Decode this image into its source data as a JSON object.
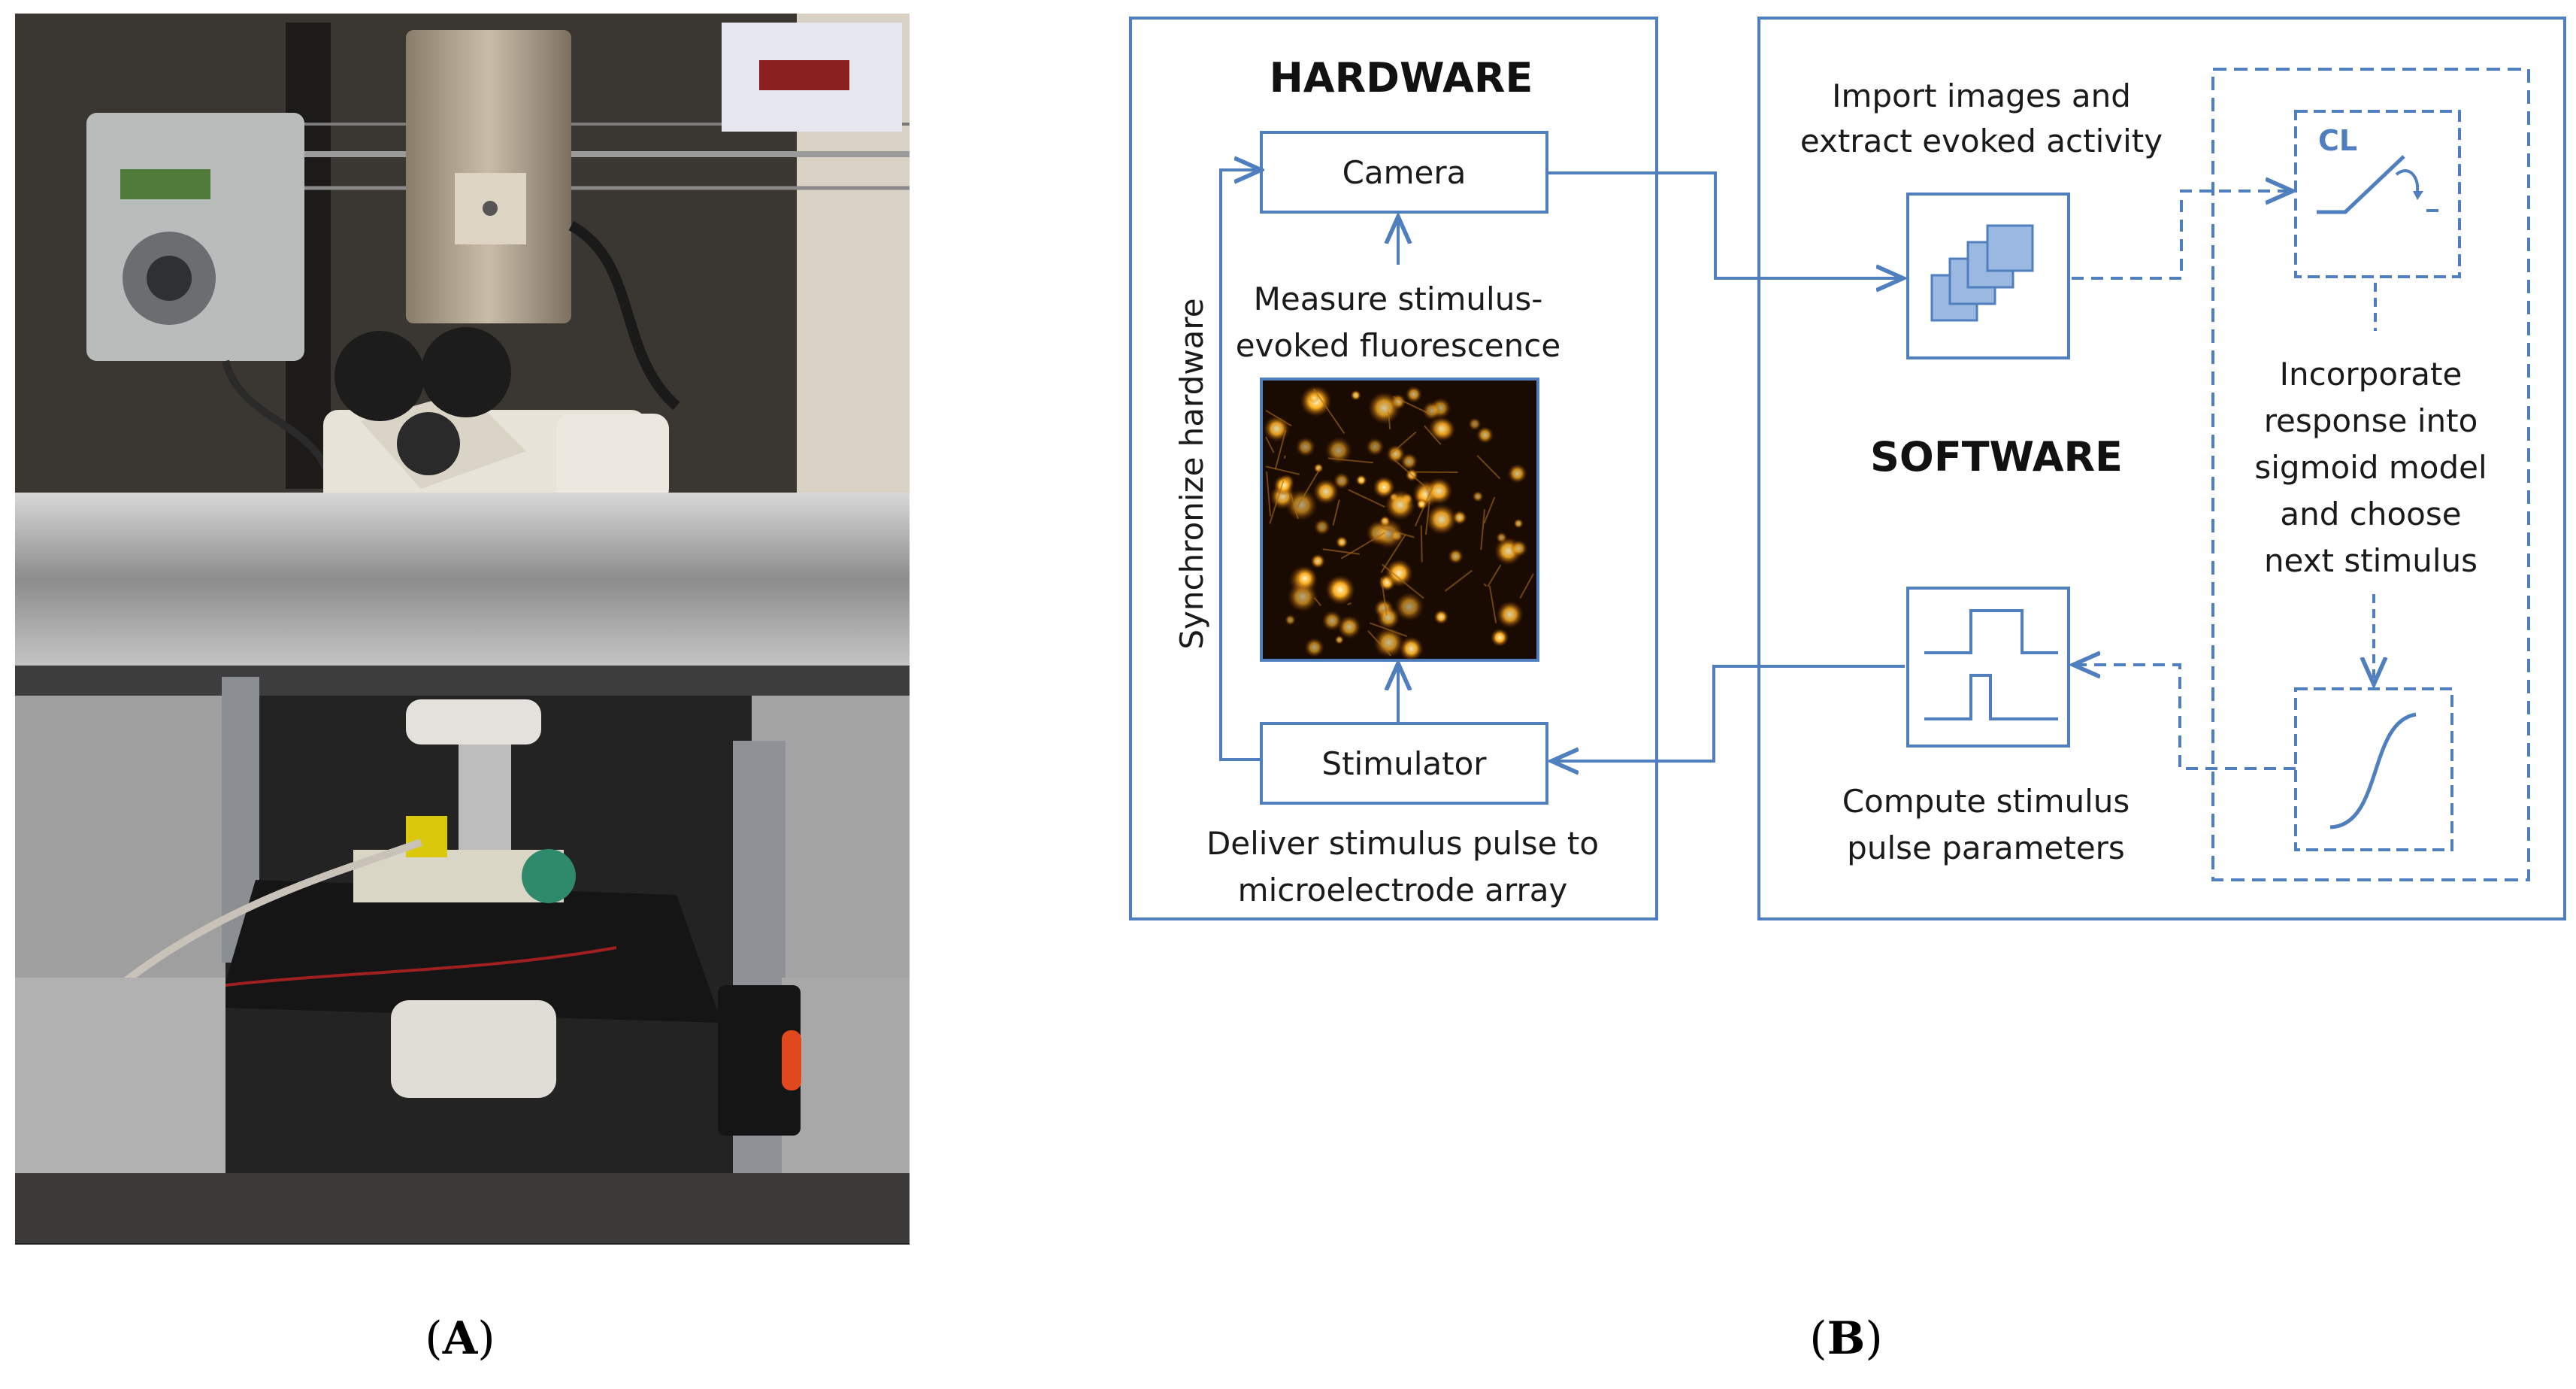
{
  "colors": {
    "line": "#4f7fbf",
    "fill": "#9ab8e0",
    "text": "#1a1a1a"
  },
  "panel_a": {
    "caption_open": "(",
    "caption_letter": "A",
    "caption_close": ")"
  },
  "panel_b": {
    "caption_open": "(",
    "caption_letter": "B",
    "caption_close": ")",
    "hardware": {
      "title": "HARDWARE",
      "camera": "Camera",
      "stimulator": "Stimulator",
      "measure": [
        "Measure stimulus-",
        "evoked fluorescence"
      ],
      "synchronize": "Synchronize hardware",
      "deliver": [
        "Deliver stimulus pulse to",
        "microelectrode array"
      ]
    },
    "software": {
      "title": "SOFTWARE",
      "import": [
        "Import images and",
        "extract evoked activity"
      ],
      "cl": "CL",
      "incorporate": [
        "Incorporate",
        "response into",
        "sigmoid model",
        "and choose",
        "next stimulus"
      ],
      "compute": [
        "Compute stimulus",
        "pulse parameters"
      ]
    }
  }
}
